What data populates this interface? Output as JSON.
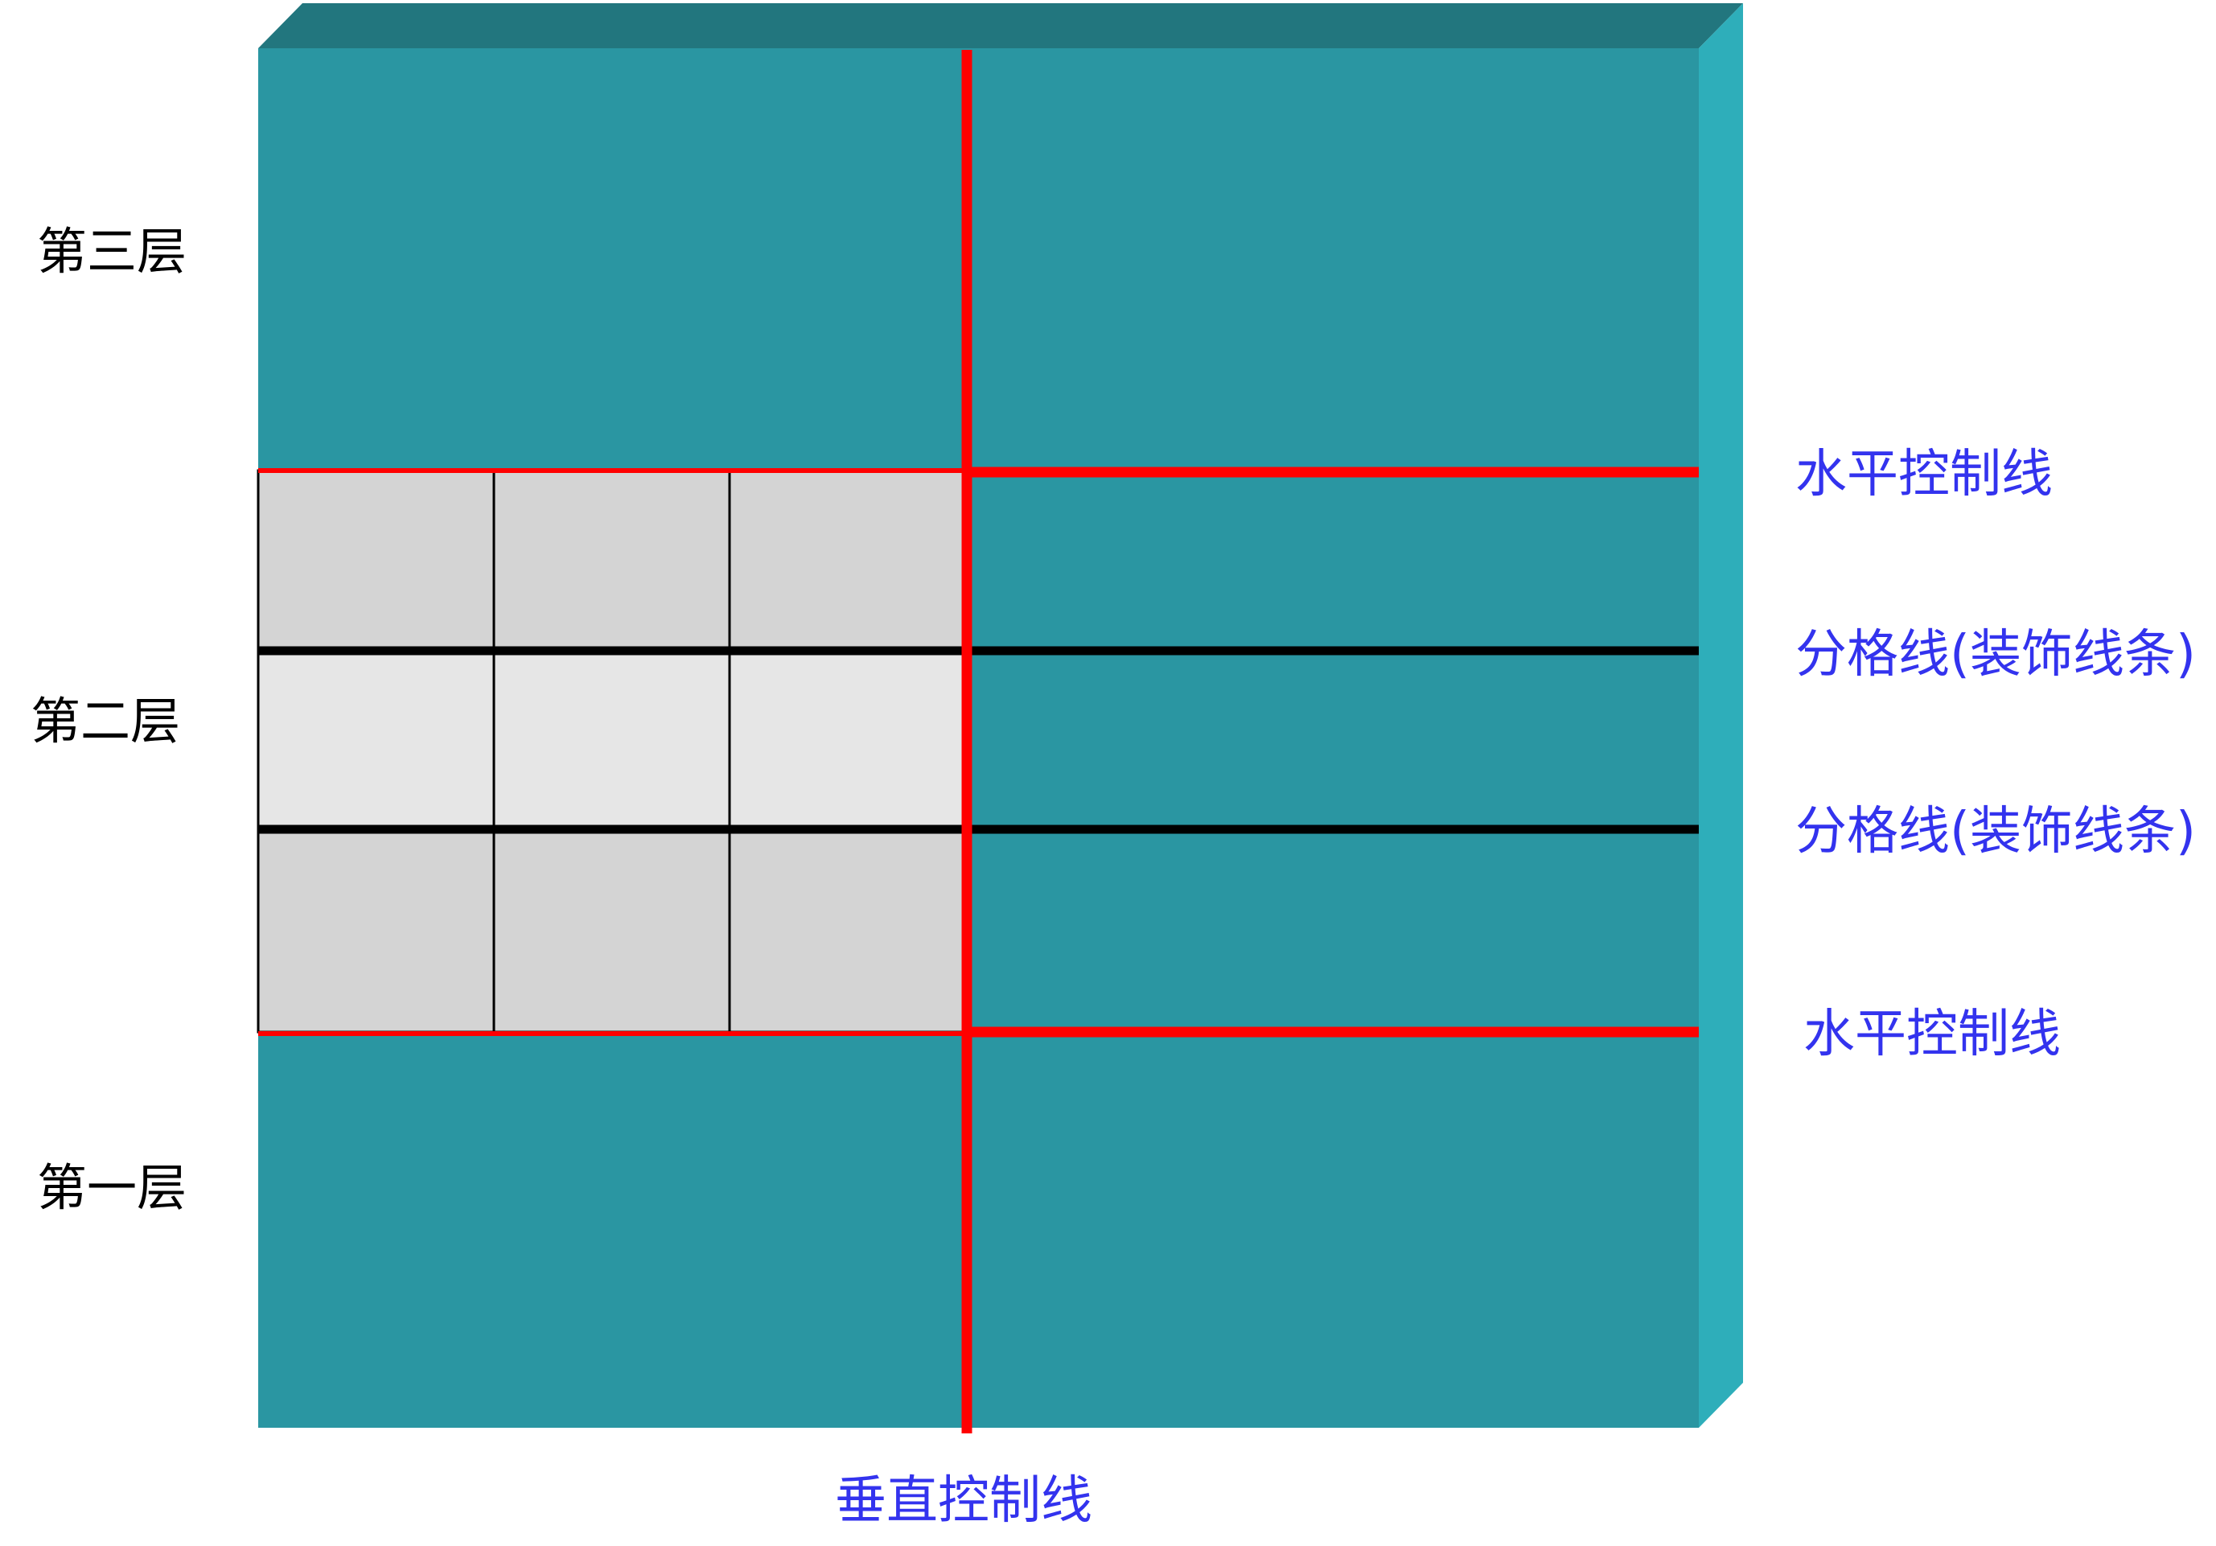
{
  "labels": {
    "floor3": "第三层",
    "floor2": "第二层",
    "floor1": "第一层",
    "h_control_top": "水平控制线",
    "divider_1": "分格线(装饰线条)",
    "divider_2": "分格线(装饰线条)",
    "h_control_bottom": "水平控制线",
    "v_control": "垂直控制线"
  },
  "colors": {
    "wall_front": "#2a96a2",
    "wall_top": "#22767e",
    "wall_side": "#2eaeba",
    "control_line": "#ff0000",
    "divider_line": "#000000",
    "tile_dark": "#d4d4d4",
    "tile_light": "#e6e6e6",
    "tile_border": "#000000",
    "label_text": "#000000",
    "annotation_text": "#3333ee"
  }
}
